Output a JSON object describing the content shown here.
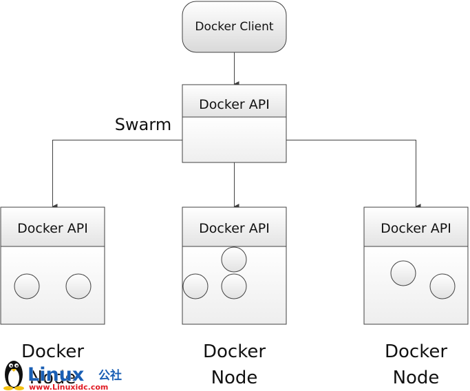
{
  "diagram": {
    "client": {
      "label": "Docker Client"
    },
    "swarm": {
      "label": "Swarm",
      "api_label": "Docker API"
    },
    "nodes": [
      {
        "api_label": "Docker API",
        "caption_line1": "Docker",
        "caption_line2": "Node"
      },
      {
        "api_label": "Docker API",
        "caption_line1": "Docker",
        "caption_line2": "Node"
      },
      {
        "api_label": "Docker API",
        "caption_line1": "Docker",
        "caption_line2": "Node"
      }
    ]
  },
  "watermark": {
    "brand": "Linux",
    "brand_cn": "公社",
    "url": "www.Linuxidc.com"
  },
  "colors": {
    "box_stroke": "#404040",
    "client_fill_top": "#ffffff",
    "client_fill_bottom": "#d9d9d9",
    "api_fill_top": "#ffffff",
    "api_fill_bottom": "#e3e3e3",
    "body_fill": "#f4f4f4",
    "line": "#404040",
    "logo_blue": "#1a5fb4",
    "logo_red": "#e01b24"
  }
}
